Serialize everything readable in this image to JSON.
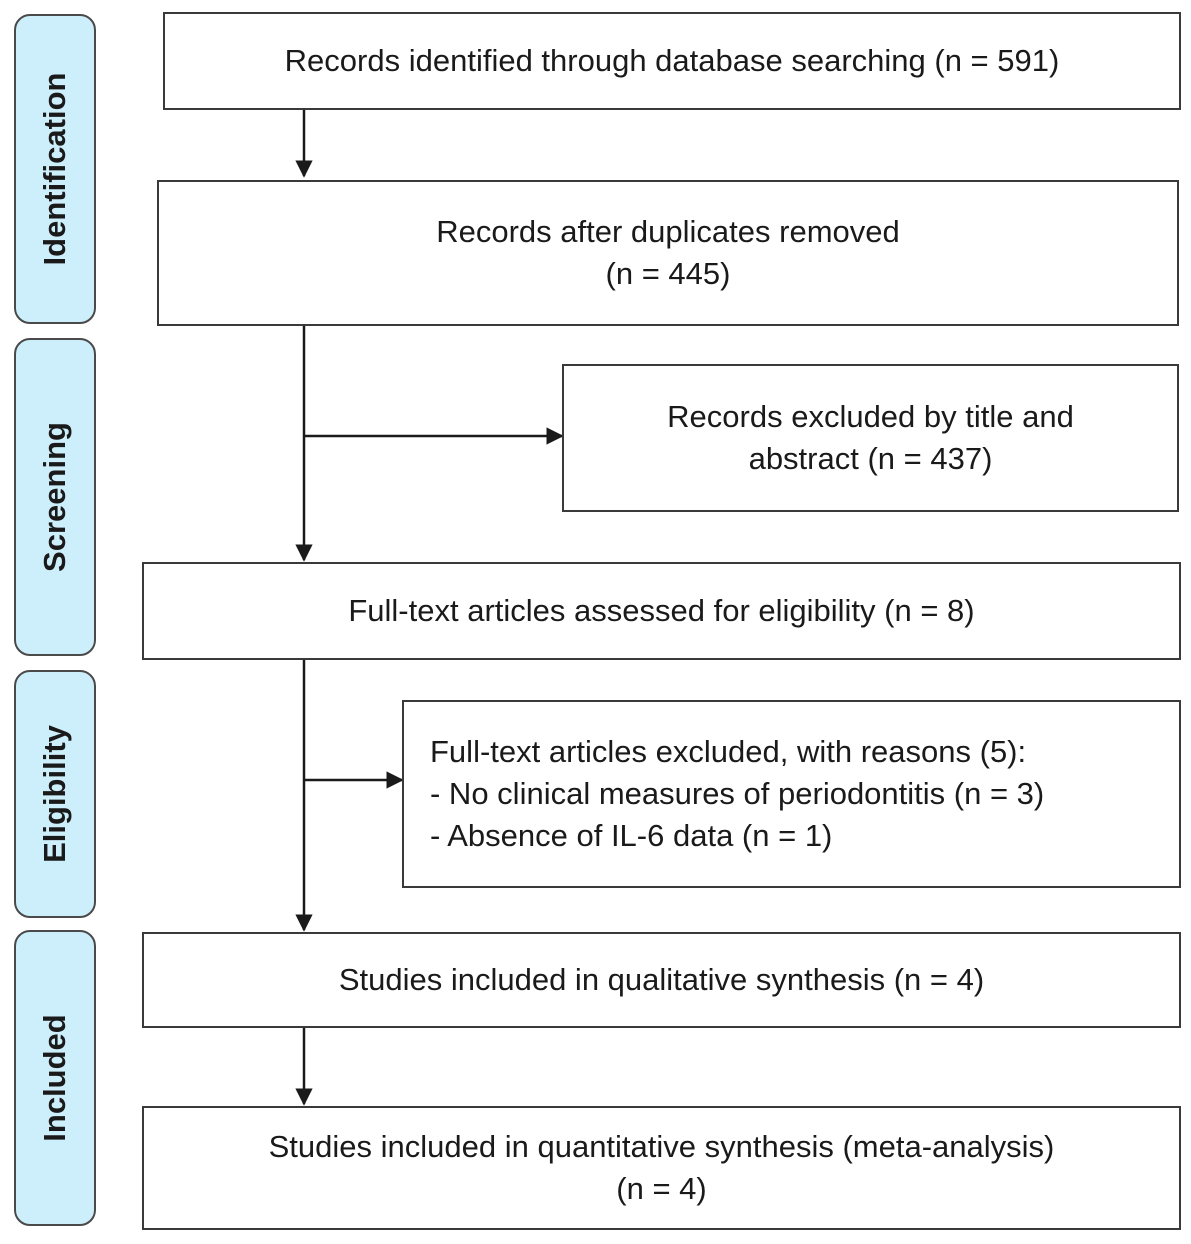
{
  "phases": {
    "identification": "Identification",
    "screening": "Screening",
    "eligibility": "Eligibility",
    "included": "Included"
  },
  "boxes": {
    "identified": {
      "line1": "Records identified through database searching (n = 591)"
    },
    "after_duplicates": {
      "line1": "Records after duplicates removed",
      "line2": "(n = 445)"
    },
    "excluded_title": {
      "line1": "Records excluded by title and",
      "line2": "abstract (n = 437)"
    },
    "fulltext_assessed": {
      "line1": "Full-text articles assessed for eligibility (n = 8)"
    },
    "fulltext_excluded": {
      "line1": "Full-text articles excluded, with reasons (5):",
      "line2": "- No clinical measures of periodontitis (n = 3)",
      "line3": "- Absence of IL-6 data (n = 1)"
    },
    "qualitative": {
      "line1": "Studies included in qualitative synthesis (n = 4)"
    },
    "quantitative": {
      "line1": "Studies included in quantitative synthesis (meta-analysis)",
      "line2": "(n = 4)"
    }
  }
}
